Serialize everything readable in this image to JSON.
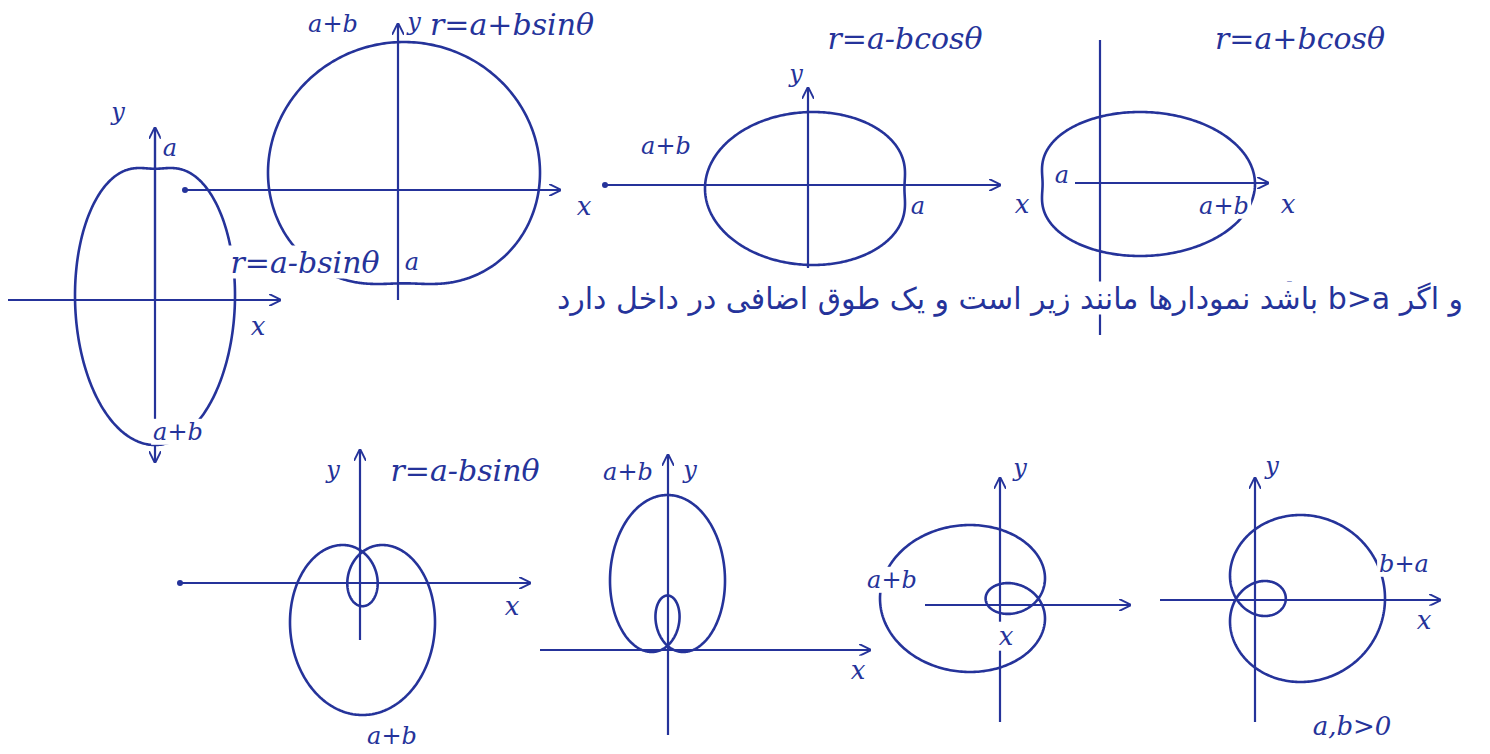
{
  "diagram": {
    "labels": [
      "a+b",
      "y",
      "r=a+bsinθ",
      "x",
      "a",
      "y",
      "r=a-bcosθ",
      "a+b",
      "a",
      "x",
      "r=a+bcosθ",
      "a",
      "a+b",
      "x",
      "a,b>0",
      "y",
      "a",
      "r=a-bsinθ",
      "x",
      "a+b",
      "و اگر b>a باشد نمودارها مانند زیر است و یک طوق اضافی در داخل دارد",
      "y",
      "r=a-bsinθ",
      "x",
      "a+b",
      "a+b",
      "y",
      "x",
      "a+b",
      "y",
      "x",
      "y",
      "b+a",
      "x",
      "a,b>0"
    ]
  }
}
